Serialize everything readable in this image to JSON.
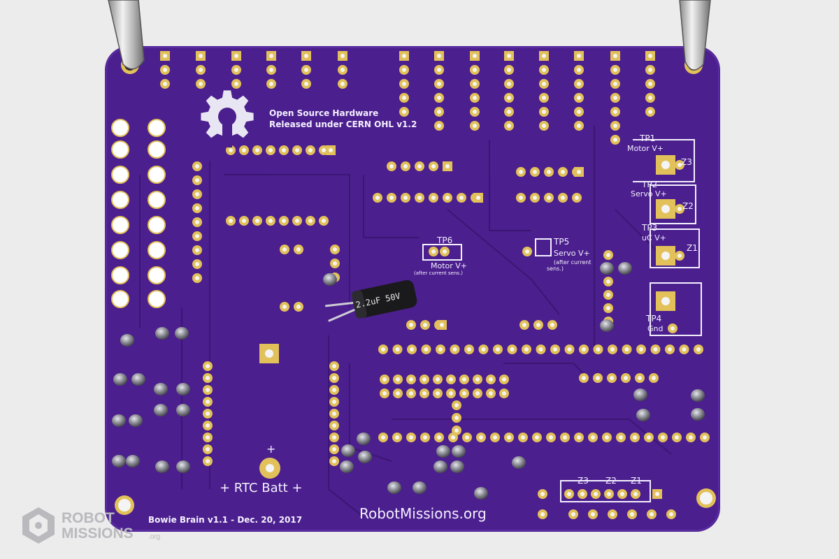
{
  "board": {
    "oshw_line1": "Open Source Hardware",
    "oshw_line2": "Released under CERN OHL v1.2",
    "rtc_label": "+ RTC Batt +",
    "rtc_plus": "+",
    "version_label": "Bowie Brain v1.1 - Dec. 20, 2017",
    "url_label": "RobotMissions.org",
    "test_points": {
      "tp1": "TP1",
      "tp1_desc": "Motor V+",
      "tp2": "TP2",
      "tp2_desc": "Servo V+",
      "tp3": "TP3",
      "tp3_desc": "uC V+",
      "tp4": "TP4",
      "tp4_desc": "Gnd",
      "tp5": "TP5",
      "tp5_desc": "Servo V+",
      "tp5_note1": "(after current",
      "tp5_note2": "sens.)",
      "tp6": "TP6",
      "tp6_desc": "Motor V+",
      "tp6_note": "(after current sens.)"
    },
    "zener_labels": {
      "z1": "Z1",
      "z2": "Z2",
      "z3": "Z3"
    },
    "capacitor_label": "2.2uF 50V"
  },
  "watermark": {
    "line1": "ROBOT",
    "line2": "MISSIONS",
    "line3": ".org"
  },
  "colors": {
    "background": "#ececec",
    "pcb": "#4b1f8e",
    "pcb_dark": "#3a1670",
    "silkscreen": "#f4f0ff",
    "pad_gold": "#e2c15a",
    "solder": "#9a9aa3",
    "capacitor": "#1a1a1c"
  }
}
